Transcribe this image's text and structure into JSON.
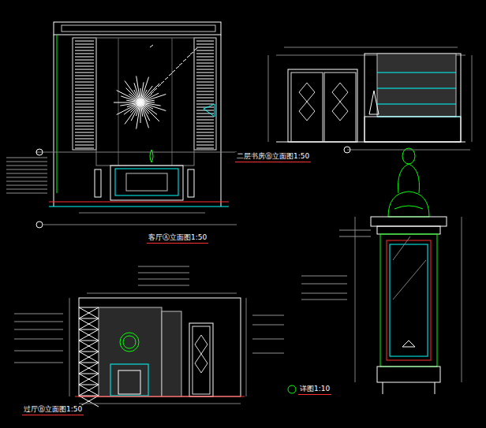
{
  "diagram": {
    "labels": [
      "客厅Ⓐ立面图1:50",
      "二层书房Ⓑ立面图1:50",
      "详图1:10",
      "过厅Ⓑ立面图1:50"
    ]
  }
}
